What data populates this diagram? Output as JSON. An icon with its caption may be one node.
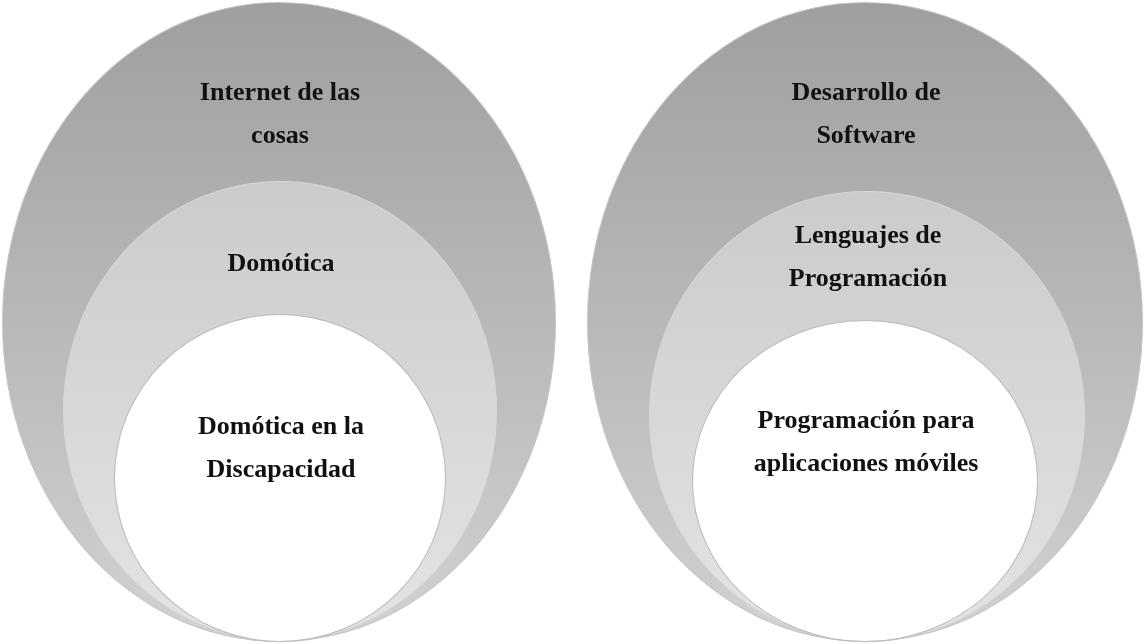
{
  "diagram": {
    "nodes": [
      {
        "text": [
          "Internet de las cosas"
        ]
      },
      {
        "text": [
          "Domótica"
        ],
        "in": 0
      },
      {
        "text": [
          "Domótica en la Discapacidad"
        ],
        "in": 1
      },
      {
        "text": [
          "Desarrollo de Software"
        ]
      },
      {
        "text": [
          "Lenguajes de Programación"
        ],
        "in": 3
      },
      {
        "text": [
          "Programación para aplicaciones móviles"
        ],
        "in": 4
      }
    ]
  }
}
